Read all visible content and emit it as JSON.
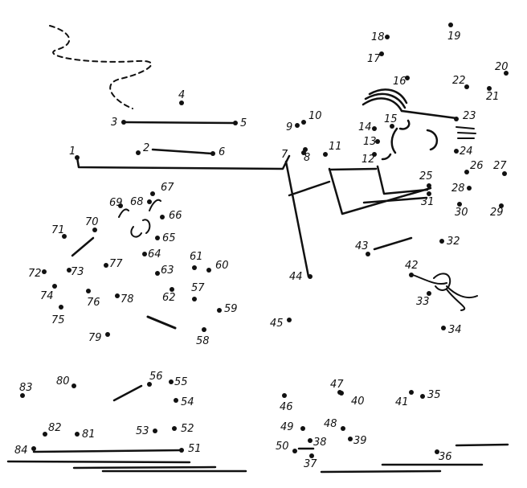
{
  "puzzle": {
    "type": "connect-the-dots",
    "ink_color": "#111111",
    "background_color": "#ffffff",
    "dot_labels": [
      "1",
      "2",
      "3",
      "4",
      "5",
      "6",
      "7",
      "8",
      "9",
      "10",
      "11",
      "12",
      "13",
      "14",
      "15",
      "16",
      "17",
      "18",
      "19",
      "20",
      "21",
      "22",
      "23",
      "24",
      "25",
      "26",
      "27",
      "28",
      "29",
      "30",
      "31",
      "32",
      "33",
      "34",
      "35",
      "36",
      "37",
      "38",
      "39",
      "40",
      "41",
      "42",
      "43",
      "44",
      "45",
      "46",
      "47",
      "48",
      "49",
      "50",
      "51",
      "52",
      "53",
      "54",
      "55",
      "56",
      "57",
      "58",
      "59",
      "60",
      "61",
      "62",
      "63",
      "64",
      "65",
      "66",
      "67",
      "68",
      "69",
      "70",
      "71",
      "72",
      "73",
      "74",
      "75",
      "76",
      "77",
      "78",
      "79",
      "80",
      "81",
      "82",
      "83",
      "84"
    ]
  }
}
